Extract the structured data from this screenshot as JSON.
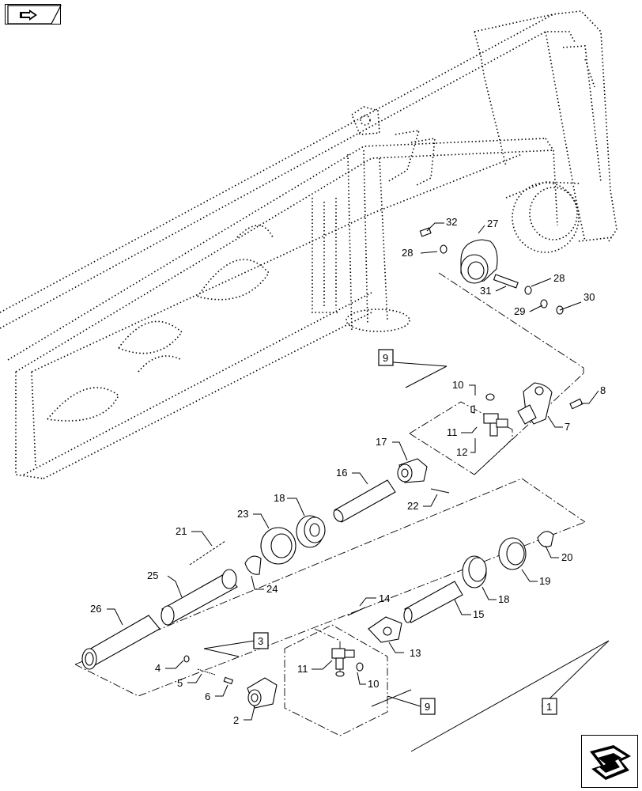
{
  "navigation": {
    "top_icon": "previous-page-icon",
    "bottom_icon": "next-page-icon"
  },
  "callouts": {
    "n1": "1",
    "n2": "2",
    "n4": "4",
    "n5": "5",
    "n6": "6",
    "n7": "7",
    "n8": "8",
    "n10a": "10",
    "n10b": "10",
    "n11a": "11",
    "n11b": "11",
    "n12": "12",
    "n13": "13",
    "n14": "14",
    "n15": "15",
    "n16": "16",
    "n17": "17",
    "n18a": "18",
    "n18b": "18",
    "n19": "19",
    "n20": "20",
    "n21": "21",
    "n22": "22",
    "n23": "23",
    "n24": "24",
    "n25": "25",
    "n26": "26",
    "n27": "27",
    "n28a": "28",
    "n28b": "28",
    "n29": "29",
    "n30": "30",
    "n31": "31",
    "n32": "32"
  },
  "boxed_callouts": {
    "b9a": "9",
    "b9b": "9",
    "b3": "3",
    "b1": "1"
  }
}
